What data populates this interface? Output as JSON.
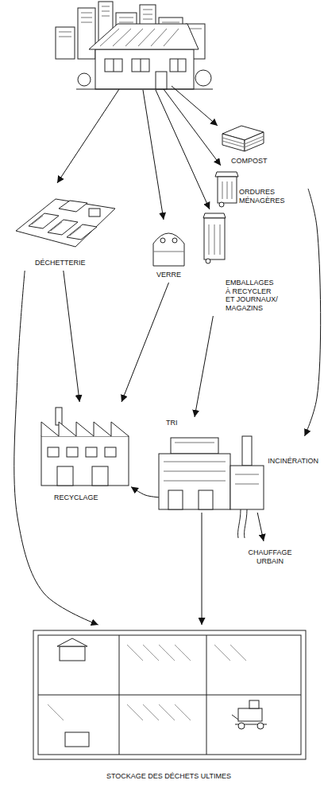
{
  "diagram": {
    "nodes": [
      {
        "text": [
          "COMPOST"
        ]
      },
      {
        "text": [
          "ORDURES MÉNAGÈRES"
        ]
      },
      {
        "text": [
          "DÉCHETTERIE"
        ]
      },
      {
        "text": [
          "VERRE"
        ]
      },
      {
        "text": [
          "EMBALLAGES À RECYCLER ET JOURNAUX/ MAGAZINS"
        ]
      },
      {
        "text": [
          "RECYCLAGE"
        ]
      },
      {
        "text": [
          "TRI"
        ]
      },
      {
        "text": [
          "INCINÉRATION"
        ]
      },
      {
        "text": [
          "CHAUFFAGE URBAIN"
        ]
      },
      {
        "text": [
          "STOCKAGE DES DÉCHETS ULTIMES"
        ]
      }
    ],
    "edges": [
      {
        "from": 2,
        "to": 5,
        "arrow": "to"
      },
      {
        "from": 3,
        "to": 5,
        "arrow": "to"
      },
      {
        "from": 4,
        "to": 6,
        "arrow": "to"
      },
      {
        "from": 1,
        "to": 7,
        "arrow": "to"
      },
      {
        "from": 6,
        "to": 5,
        "arrow": "to"
      },
      {
        "from": 6,
        "to": 9,
        "arrow": "to"
      },
      {
        "from": 7,
        "to": 8,
        "arrow": "to"
      },
      {
        "from": 2,
        "to": 9,
        "arrow": "to"
      }
    ]
  }
}
